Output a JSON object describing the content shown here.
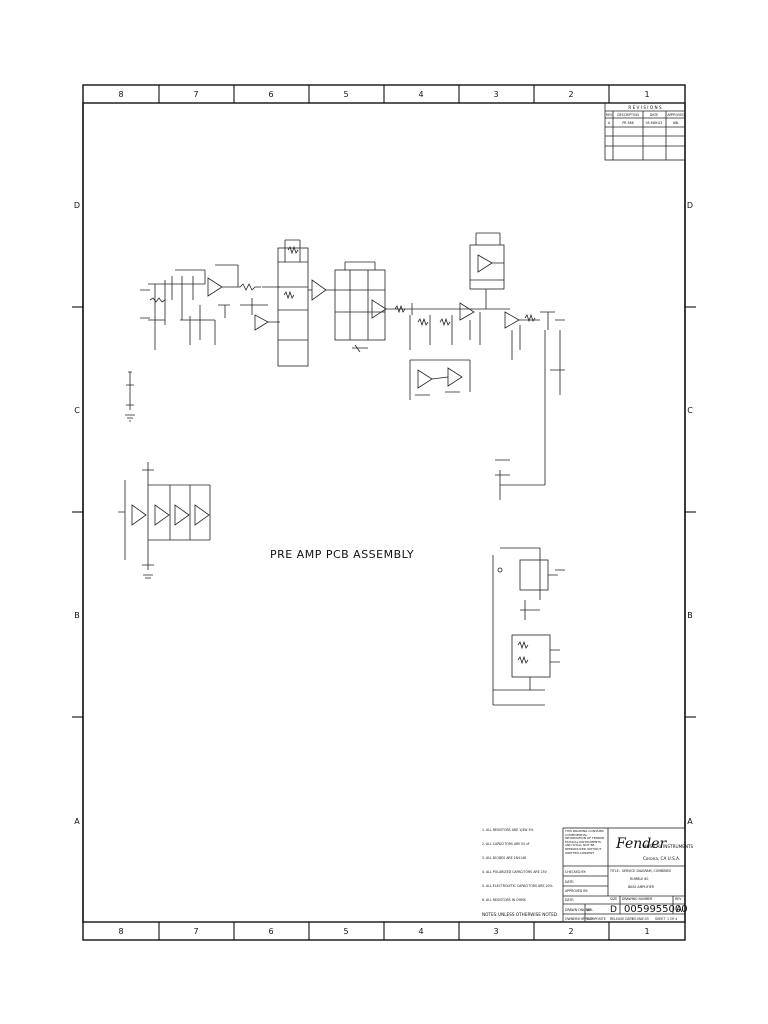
{
  "zones": {
    "columns": [
      "8",
      "7",
      "6",
      "5",
      "4",
      "3",
      "2",
      "1"
    ],
    "rows": [
      "D",
      "C",
      "B",
      "A"
    ]
  },
  "revisions": {
    "title": "R E V I S I O N S",
    "headers": [
      "REV",
      "DESCRIPTION",
      "DATE",
      "APPROVED"
    ],
    "rows": [
      {
        "rev": "A",
        "description": "PR 586",
        "date": "05-MAY-03",
        "approved": "ABL"
      }
    ]
  },
  "drawing": {
    "assembly_label": "PRE AMP PCB ASSEMBLY"
  },
  "notes": {
    "title": "NOTES:",
    "subtitle": "UNLESS OTHERWISE NOTED",
    "lines": [
      "1. ALL RESISTORS ARE 1/4W 5%",
      "2. ALL CAPACITORS ARE IN uF",
      "3. ALL DIODES ARE 1N4148",
      "4. ALL POLARIZED CAPACITORS ARE 25V",
      "5. ALL ELECTROLYTIC CAPACITORS ARE 20%",
      "6. ALL RESISTORS IN OHMS"
    ]
  },
  "confidentiality": "THIS DRAWING CONTAINS CONFIDENTIAL INFORMATION OF FENDER MUSICAL INSTRUMENTS AND SHALL NOT BE REPRODUCED WITHOUT WRITTEN CONSENT",
  "title_block": {
    "company_logo_text": "Fender",
    "company": "MUSICAL INSTRUMENTS",
    "location": "Corona, CA  U.S.A.",
    "checked_by_label": "CHECKED BY:",
    "date_label": "DATE:",
    "approved_by_label": "APPROVED BY:",
    "date2_label": "DATE:",
    "title_label": "TITLE:",
    "title_line1": "SERVICE DIAGRAM, COMBINED",
    "title_line2": "RUMBLE 60",
    "title_line3": "BASS AMPLIFIER",
    "size_label": "SIZE",
    "size": "D",
    "drawing_number_label": "DRAWING NUMBER",
    "drawing_number": "0059955000",
    "rev_label": "REV",
    "rev": "A",
    "drawn_label": "DRAWN ONLINE",
    "drawn_by": "ABL",
    "cad_label": "OWNERSHIP FILE",
    "cad_value": "COMPOSITE",
    "release_label": "RELEASE DATE",
    "release_date": "05-MAY-03",
    "sheet_label": "SHEET",
    "sheet": "1 OF 4"
  },
  "colors": {
    "ink": "#111111",
    "paper": "#ffffff"
  }
}
